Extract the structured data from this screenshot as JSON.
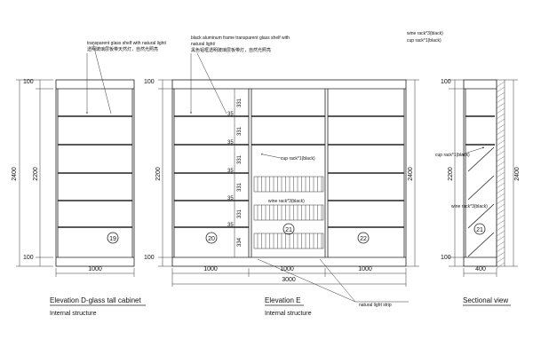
{
  "labels": {
    "glass_shelf_en": "transparent glass shelf with natural light/",
    "glass_shelf_cn": "透明玻璃层板带天然灯，自然光照亮",
    "alu_frame_en_1": "black aluminum frame transparent glass shelf with",
    "alu_frame_en_2": "natural light/",
    "alu_frame_cn": "黑色铝框透明玻璃层板带灯，自然光照亮",
    "wine_rack3_top": "wine rack*3(black)",
    "cup_rack1_top": "cup rack*1(black)",
    "cup_rack_e": "cup rack*1(black)",
    "wine_rack_e": "wine rack*3(black)",
    "cup_rack_s": "cup rack*1(black)",
    "wine_rack_s": "wine rack*3(black)",
    "light_strip": "natural light strip"
  },
  "dims": {
    "d100": "100",
    "d2200": "2200",
    "d2400": "2400",
    "d1000": "1000",
    "d3000": "3000",
    "d400": "400",
    "d35": "35",
    "d331": "331",
    "d334": "334"
  },
  "markers": {
    "m19": "19",
    "m20": "20",
    "m21": "21",
    "m22": "22"
  },
  "titles": {
    "d_title": "Elevation D-glass tall cabinet",
    "d_sub": "Internal structure",
    "e_title": "Elevation E",
    "e_sub": "Internal structure",
    "s_title": "Sectional view"
  }
}
